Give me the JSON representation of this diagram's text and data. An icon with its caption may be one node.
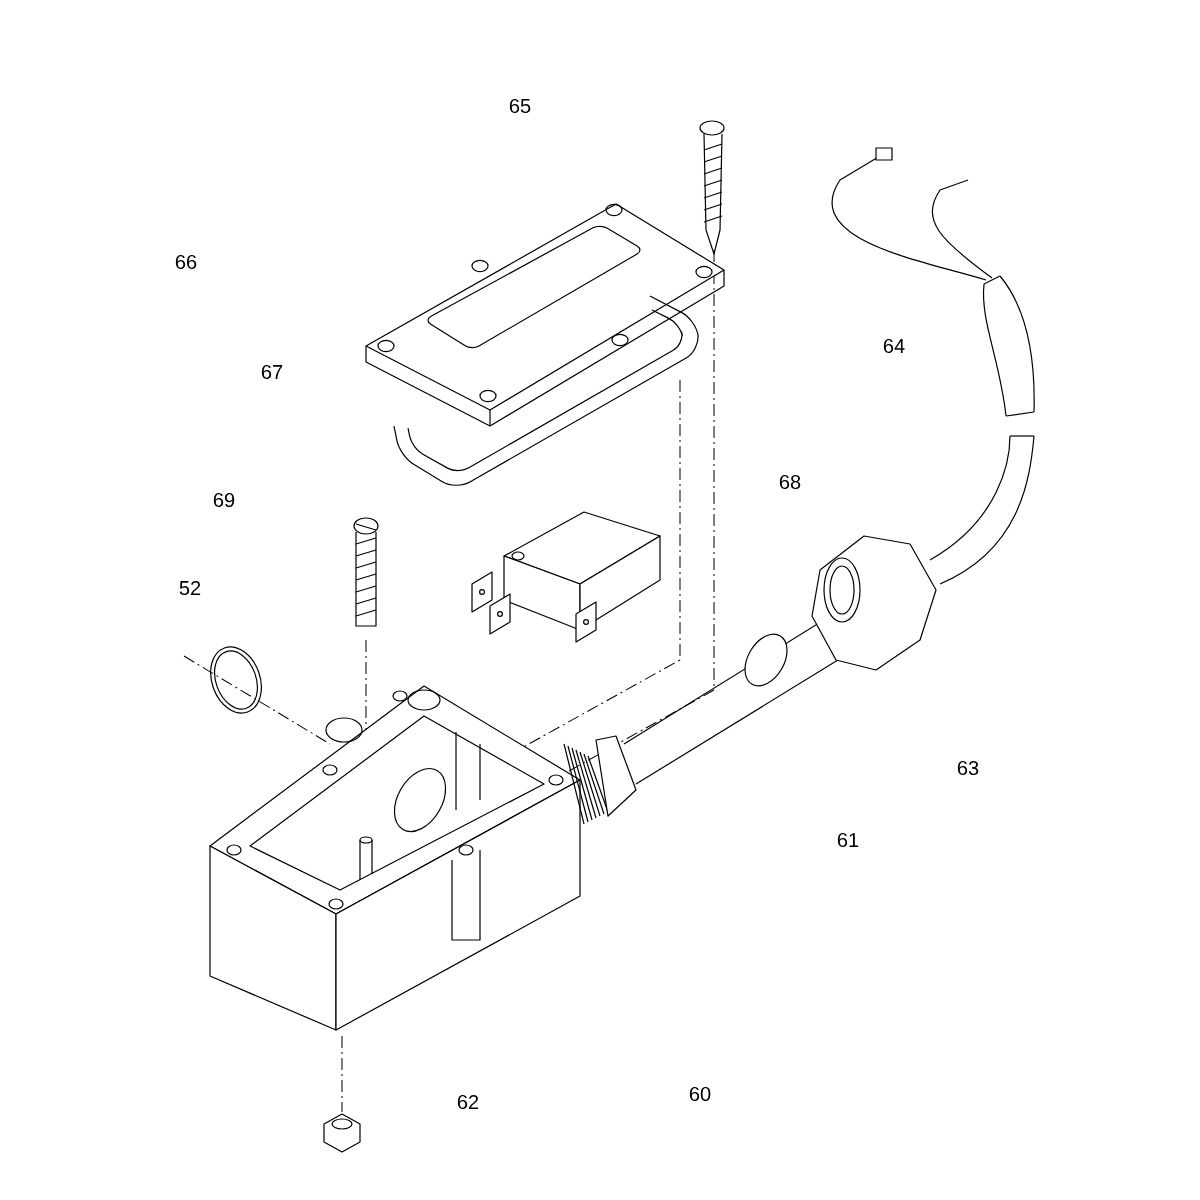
{
  "diagram": {
    "labels": [
      "65",
      "66",
      "64",
      "67",
      "68",
      "69",
      "52",
      "63",
      "61",
      "60",
      "62"
    ]
  }
}
